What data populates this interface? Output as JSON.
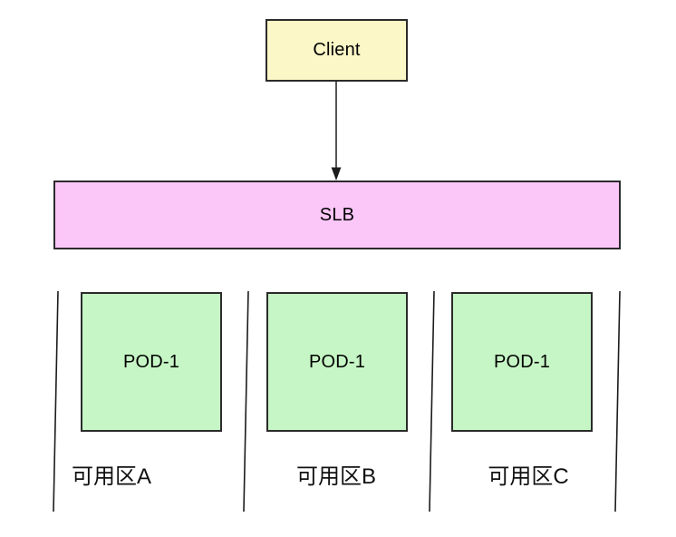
{
  "client": {
    "label": "Client",
    "fill": "#fbf7c7"
  },
  "slb": {
    "label": "SLB",
    "fill": "#fbc6f8"
  },
  "zones": [
    {
      "name": "可用区A",
      "pod_label": "POD-1"
    },
    {
      "name": "可用区B",
      "pod_label": "POD-1"
    },
    {
      "name": "可用区C",
      "pod_label": "POD-1"
    }
  ],
  "colors": {
    "pod_fill": "#c6f6c5",
    "border": "#2b2b2b",
    "line": "#1c1c1c"
  }
}
